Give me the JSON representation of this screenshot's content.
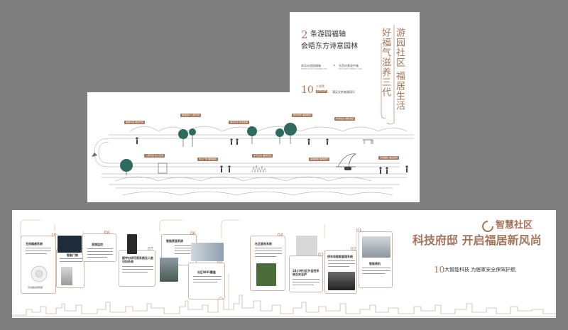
{
  "top_panel": {
    "headline_number": "2",
    "headline_line1": "条游园福轴",
    "headline_line2": "会晤东方诗意园林",
    "axis_left": "南北向游园福轴",
    "axis_left_sub": "NORTH-SOUTH GARDEN AXIS",
    "axis_arrow": "»",
    "axis_right": "东西向景观中轴",
    "axis_right_sub": "EAST-WEST CENTRAL AXIS",
    "big_number": "10",
    "big_number_line1": "大福景",
    "big_number_line2": "全龄空间",
    "big_number_caption": "满足全龄者福园乐",
    "vertical_right": "游园社区 福居生活",
    "vertical_left": "好福气滋养三代",
    "path_tags": [
      "福居中庭 福运长廊",
      "福满园中 儿童乐园",
      "福享空间 休闲会客",
      "阳光草坪 福泽暖园",
      "休闲健身 福禄满园",
      "儿童乐园 亲子互动",
      "中心广场 福润福苑",
      "水景互动 福润花园",
      "幸福园路 福满康乐",
      "景观福树 福运园林"
    ]
  },
  "bottom_panel": {
    "title": "智慧社区",
    "subtitle": "科技府邸 开启福居新风尚",
    "tagline_number": "10",
    "tagline": "大智能科技 为居家安全保驾护航",
    "cards": [
      {
        "num": "10",
        "title": "无线烟感系统"
      },
      {
        "num": "09",
        "title": "智能门锁"
      },
      {
        "num": "08",
        "title": "视频监控"
      },
      {
        "num": "07",
        "title": "楼宇对讲可视系统及人脸识别系统"
      },
      {
        "num": "06",
        "title": "智能家居系统"
      },
      {
        "num": "05",
        "title": "社区WiFi覆盖"
      },
      {
        "num": "04",
        "title": "社区服务系统"
      },
      {
        "num": "03",
        "title": "24小时社区外监控系统及安全护"
      },
      {
        "num": "02",
        "title": "停车场智能管理系统"
      },
      {
        "num": "01",
        "title": "智能闸机"
      }
    ],
    "smoke_label": "无线烟感报警器"
  },
  "colors": {
    "accent": "#a47458",
    "background": "#7f7f80",
    "tree": "#2f6a5f"
  }
}
